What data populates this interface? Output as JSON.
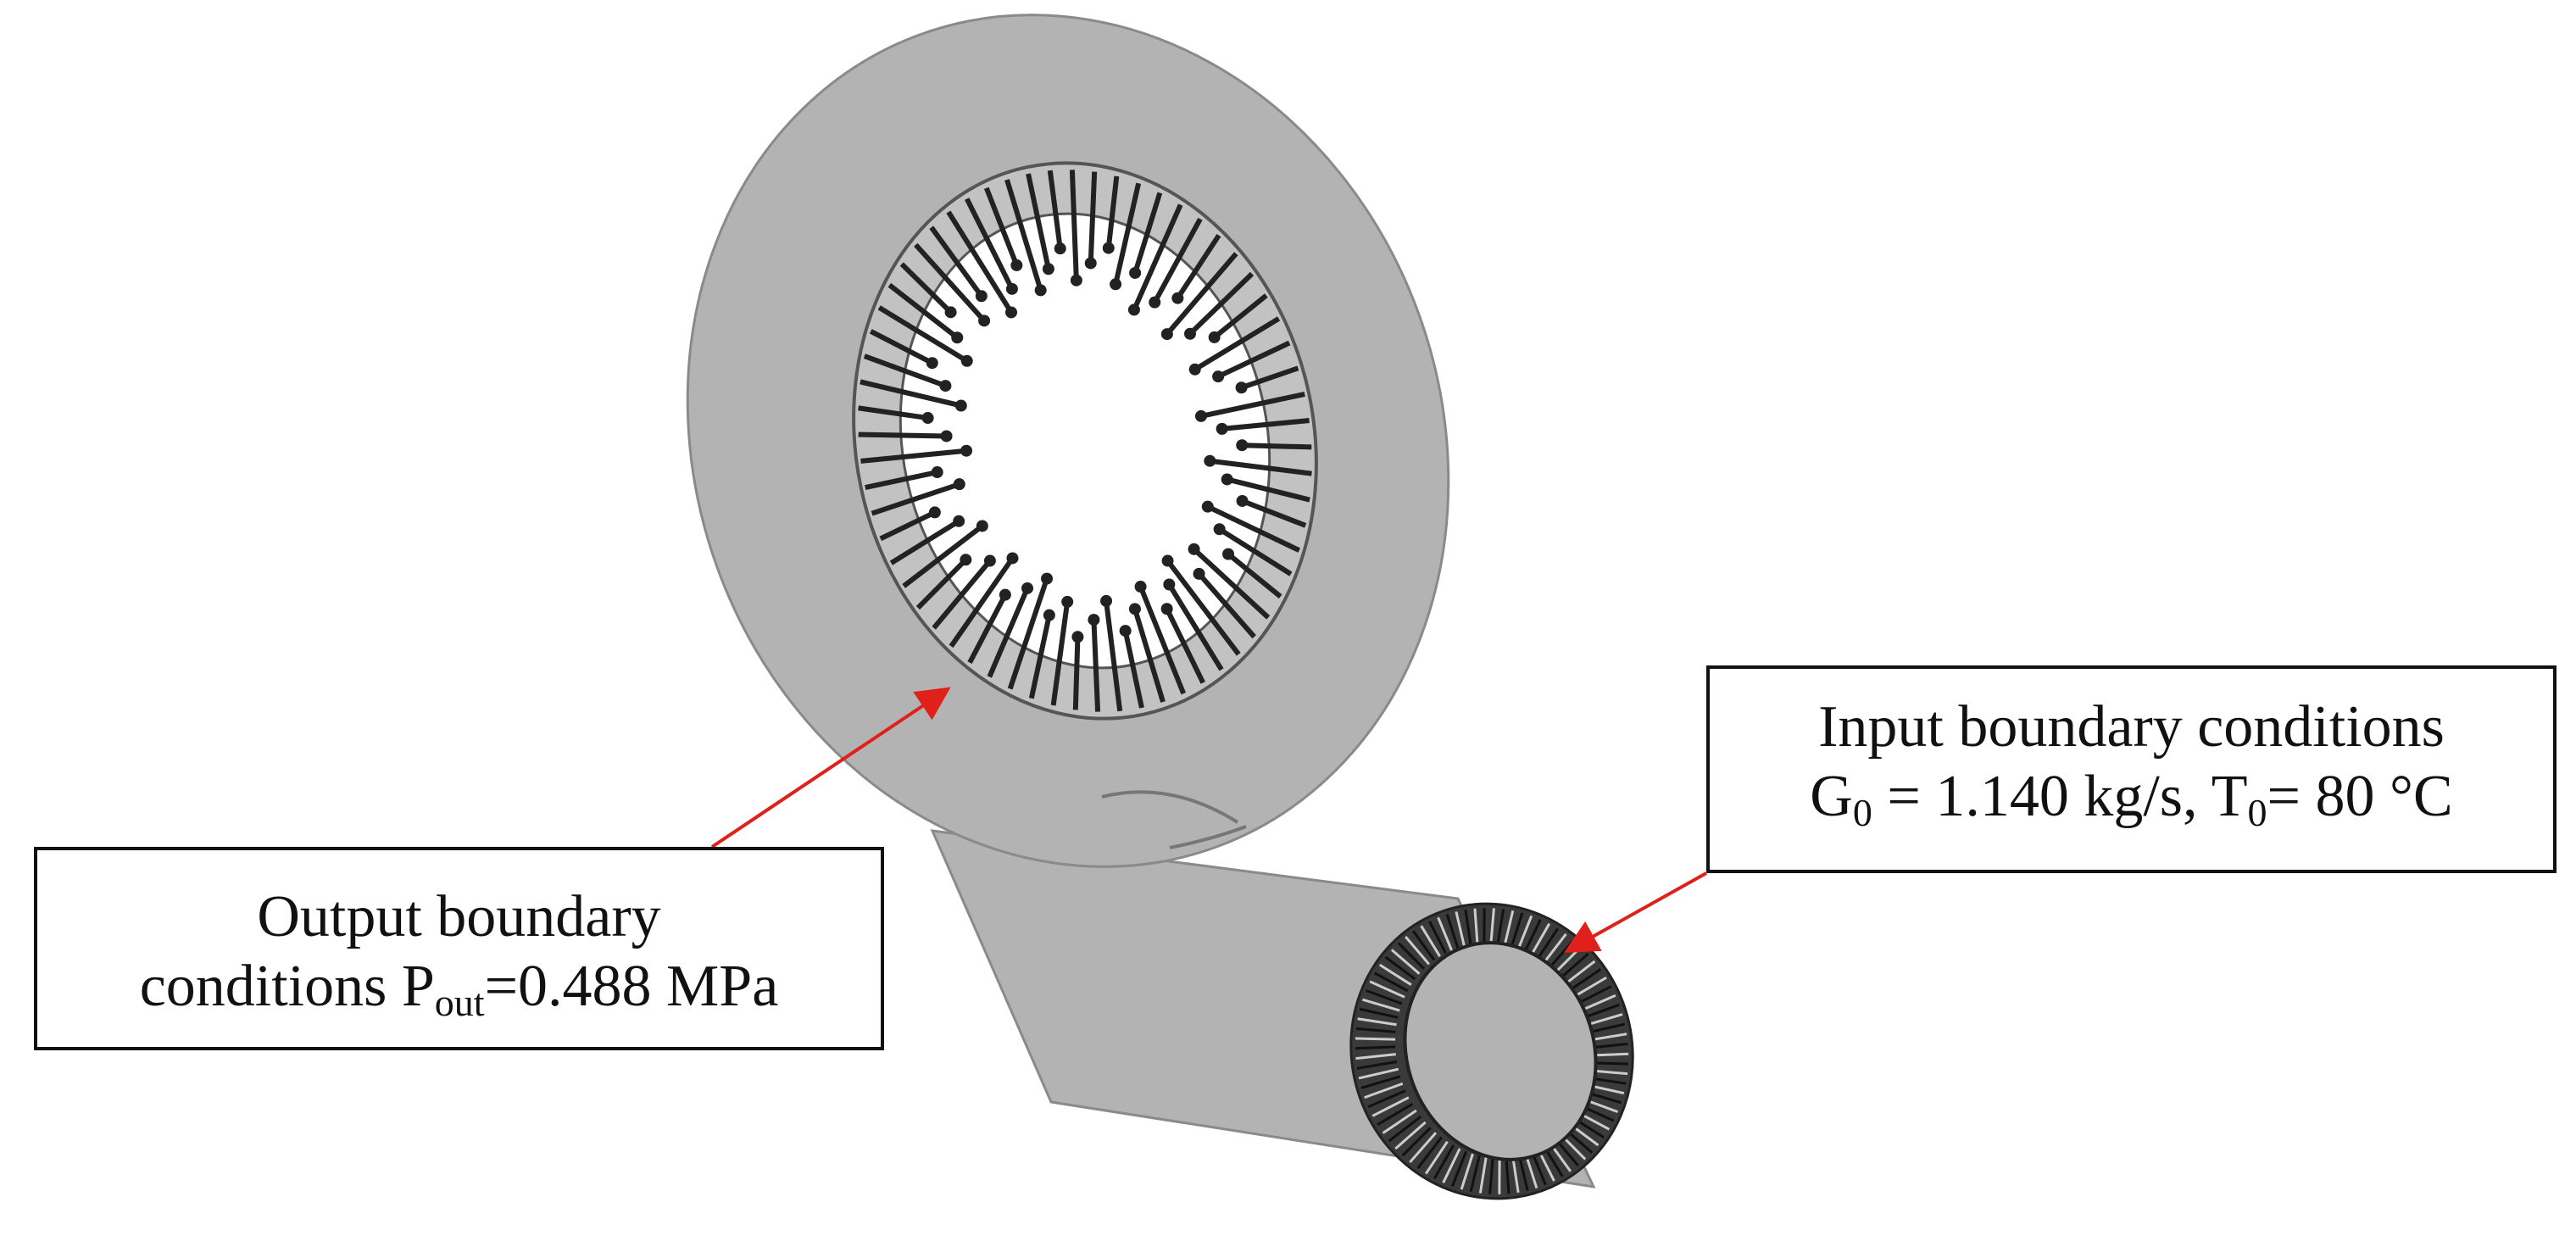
{
  "colors": {
    "volute_fill": "#b3b3b3",
    "volute_edge": "#8a8a8a",
    "arrows": "#222222",
    "leader_line": "#e0201b",
    "box_border": "#111111"
  },
  "callouts": {
    "input": {
      "title": "Input boundary conditions",
      "g_symbol": "G",
      "g_sub": "0",
      "g_value": " = 1.140 kg/s, ",
      "t_symbol": "T",
      "t_sub": "0",
      "t_value": "= 80 °C"
    },
    "output": {
      "line1": "Output boundary",
      "line2_prefix": "conditions P",
      "line2_sub": "out",
      "line2_value": "=0.488 MPa"
    }
  }
}
